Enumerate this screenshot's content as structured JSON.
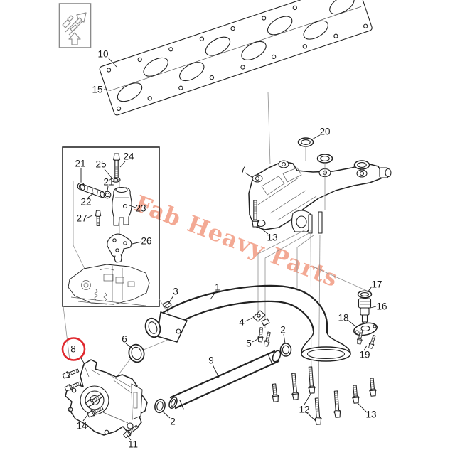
{
  "page": {
    "background": "#ffffff"
  },
  "watermark": {
    "text": "Fab Heavy Parts",
    "color": "#f2a28c"
  },
  "orientation_thumbnail": {
    "icon": "up-arrow-icon"
  },
  "diagram": {
    "line_color": "#1f1f1f",
    "highlight": {
      "label": "8",
      "color": "#e0282e"
    },
    "callouts": [
      {
        "label": "10"
      },
      {
        "label": "15"
      },
      {
        "label": "20"
      },
      {
        "label": "7"
      },
      {
        "label": "13"
      },
      {
        "label": "21"
      },
      {
        "label": "24"
      },
      {
        "label": "25"
      },
      {
        "label": "21"
      },
      {
        "label": "22"
      },
      {
        "label": "23"
      },
      {
        "label": "27"
      },
      {
        "label": "26"
      },
      {
        "label": "3"
      },
      {
        "label": "1"
      },
      {
        "label": "4"
      },
      {
        "label": "5"
      },
      {
        "label": "2"
      },
      {
        "label": "9"
      },
      {
        "label": "6"
      },
      {
        "label": "8"
      },
      {
        "label": "14"
      },
      {
        "label": "11"
      },
      {
        "label": "2"
      },
      {
        "label": "17"
      },
      {
        "label": "16"
      },
      {
        "label": "18"
      },
      {
        "label": "19"
      },
      {
        "label": "12"
      },
      {
        "label": "13"
      }
    ]
  }
}
